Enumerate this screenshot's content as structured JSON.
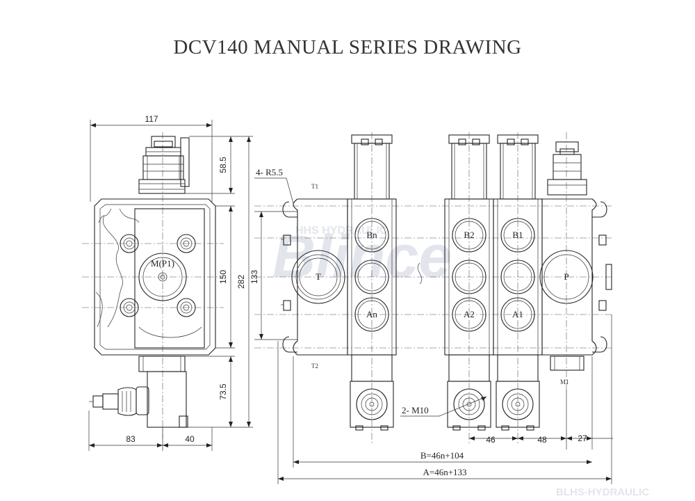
{
  "title": "DCV140  MANUAL SERIES DRAWING",
  "watermark": {
    "logo": "Blince",
    "text1": "HHS HYDRAULIC",
    "text2": "BLHS-HYDRAULIC",
    "color": "#2a3d73"
  },
  "side_view": {
    "width_label": "117",
    "dim_top": "58.5",
    "dim_center": "150",
    "dim_total": "282",
    "dim_bottom": "73.5",
    "dim_left": "83",
    "dim_right": "40",
    "port_label": "M(P1)"
  },
  "front_view": {
    "radius_callout": "4- R5.5",
    "height_label": "133",
    "tank_top_label": "T1",
    "tank_bottom_label": "T2",
    "tank_label": "T",
    "pressure_label": "P",
    "pressure_gauge_label": "M1",
    "sections": [
      {
        "b_label": "Bn",
        "a_label": "An"
      },
      {
        "b_label": "B2",
        "a_label": "A2"
      },
      {
        "b_label": "B1",
        "a_label": "A1"
      }
    ],
    "thread_callout": "2- M10",
    "pitch_label": "46",
    "pitch_label_2": "48",
    "end_label": "27",
    "b_formula": "B=46n+104",
    "a_formula": "A=46n+133"
  }
}
